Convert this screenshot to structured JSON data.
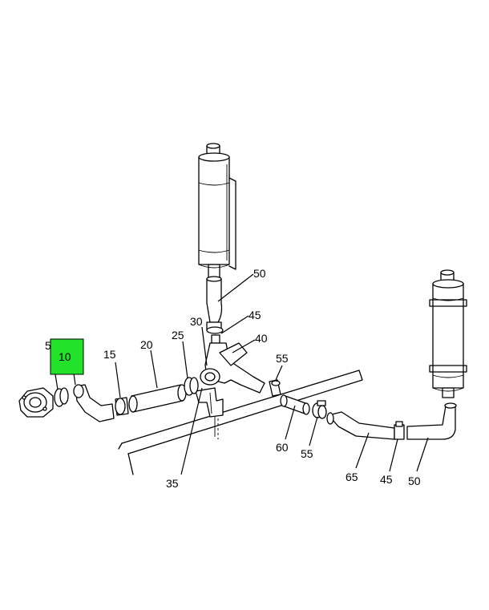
{
  "callouts": {
    "c5": "5",
    "c10": "10",
    "c15": "15",
    "c20": "20",
    "c25": "25",
    "c30": "30",
    "c35": "35",
    "c40": "40",
    "c45a": "45",
    "c45b": "45",
    "c50a": "50",
    "c50b": "50",
    "c55a": "55",
    "c55b": "55",
    "c60": "60",
    "c65": "65"
  },
  "highlight": {
    "callout": "10",
    "color": "#22e32a"
  }
}
